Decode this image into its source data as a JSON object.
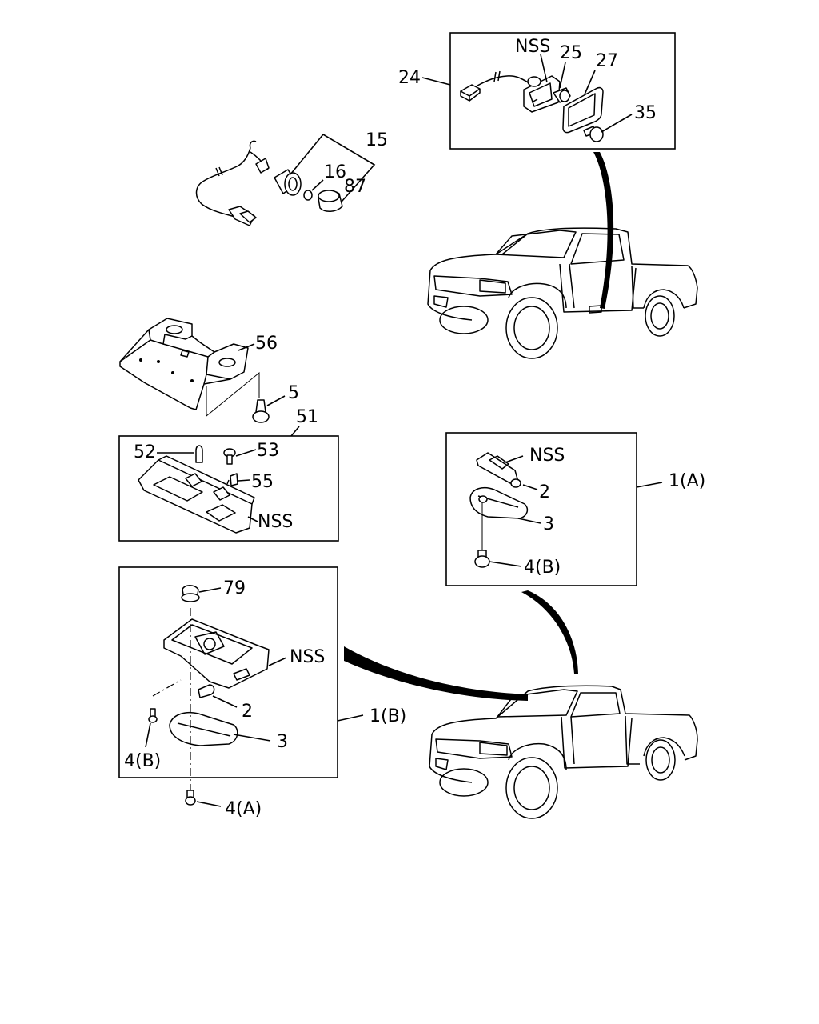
{
  "labels": {
    "nss_license": "NSS",
    "n25": "25",
    "n27": "27",
    "n24": "24",
    "n35": "35",
    "n15": "15",
    "n16": "16",
    "n87": "87",
    "n56": "56",
    "n5": "5",
    "n51": "51",
    "n52": "52",
    "n53": "53",
    "n55": "55",
    "nss_map": "NSS",
    "nss_1a": "NSS",
    "n2_1a": "2",
    "n3_1a": "3",
    "n4b_1a": "4(B)",
    "n1a": "1(A)",
    "n79": "79",
    "nss_1b": "NSS",
    "n2_1b": "2",
    "n3_1b": "3",
    "n4b_1b": "4(B)",
    "n1b": "1(B)",
    "n4a": "4(A)"
  }
}
